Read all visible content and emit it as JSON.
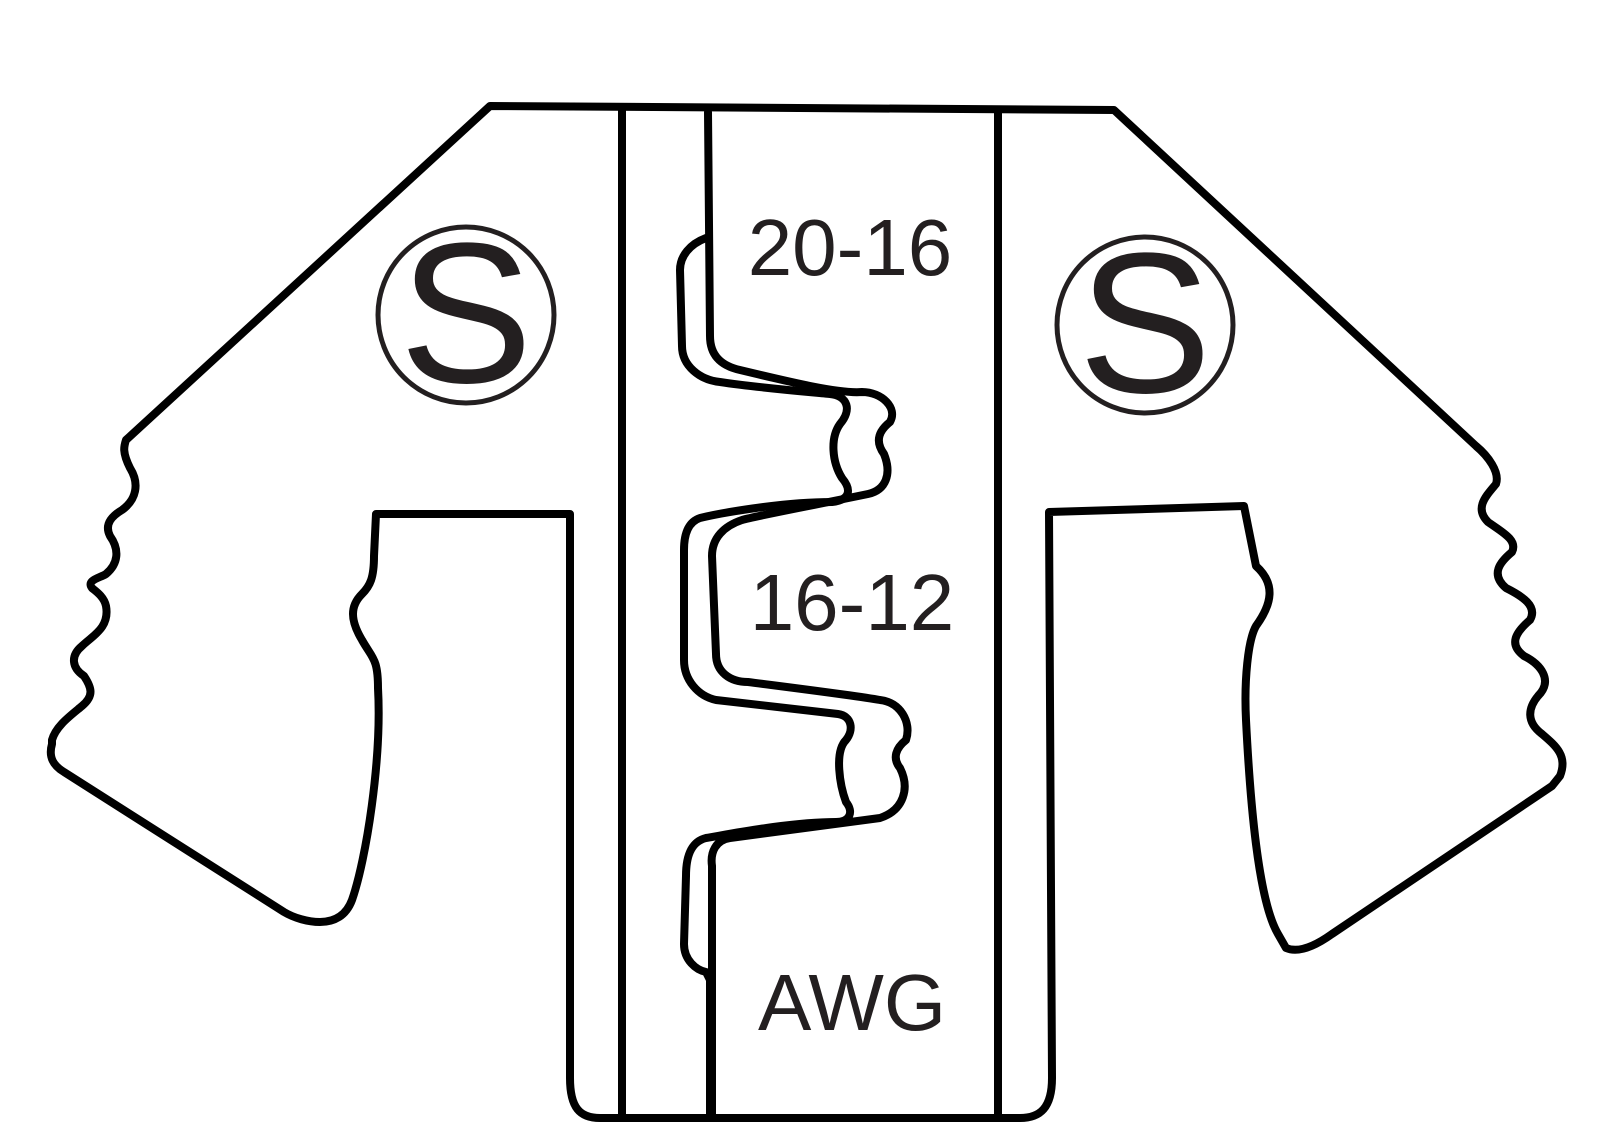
{
  "diagram": {
    "gauge_top": "20-16",
    "gauge_middle": "16-12",
    "unit": "AWG",
    "left_mark": "S",
    "right_mark": "S",
    "line_color": "#000000",
    "text_color": "#231f20"
  }
}
